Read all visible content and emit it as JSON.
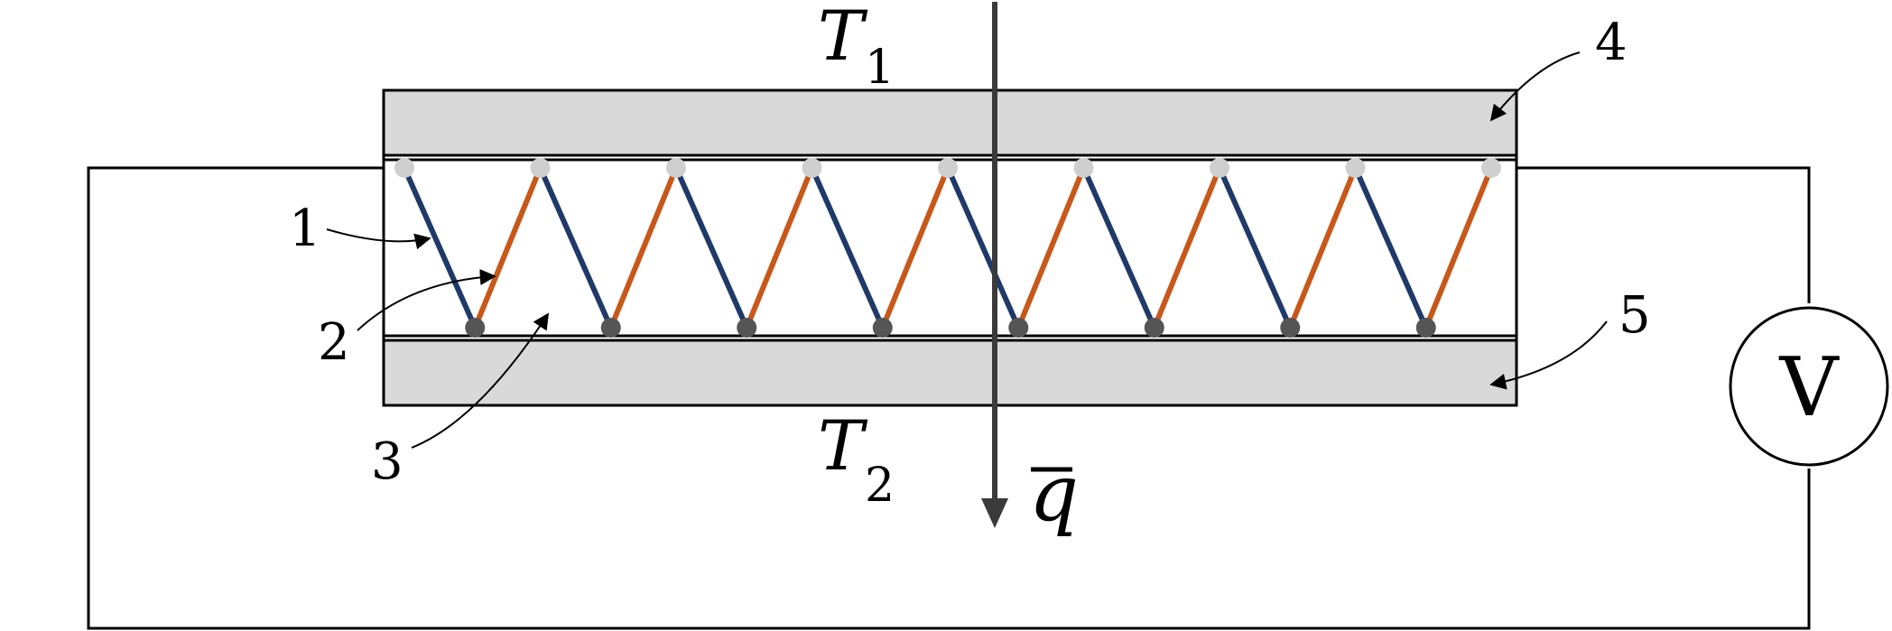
{
  "labels": {
    "t1": "T",
    "t1_sub": "1",
    "t2": "T",
    "t2_sub": "2",
    "q": "q",
    "voltmeter": "V",
    "callouts": [
      "1",
      "2",
      "3",
      "4",
      "5"
    ]
  },
  "thermocouple": {
    "junction_pairs": 8
  },
  "colors": {
    "conductor_1": "#1f3a68",
    "conductor_2": "#c8581a",
    "plate_fill": "#d9d9d9",
    "hot_junction": "#cfcfcf",
    "cold_junction": "#555555",
    "heat_arrow": "#3a3a3a",
    "line": "#000000"
  }
}
